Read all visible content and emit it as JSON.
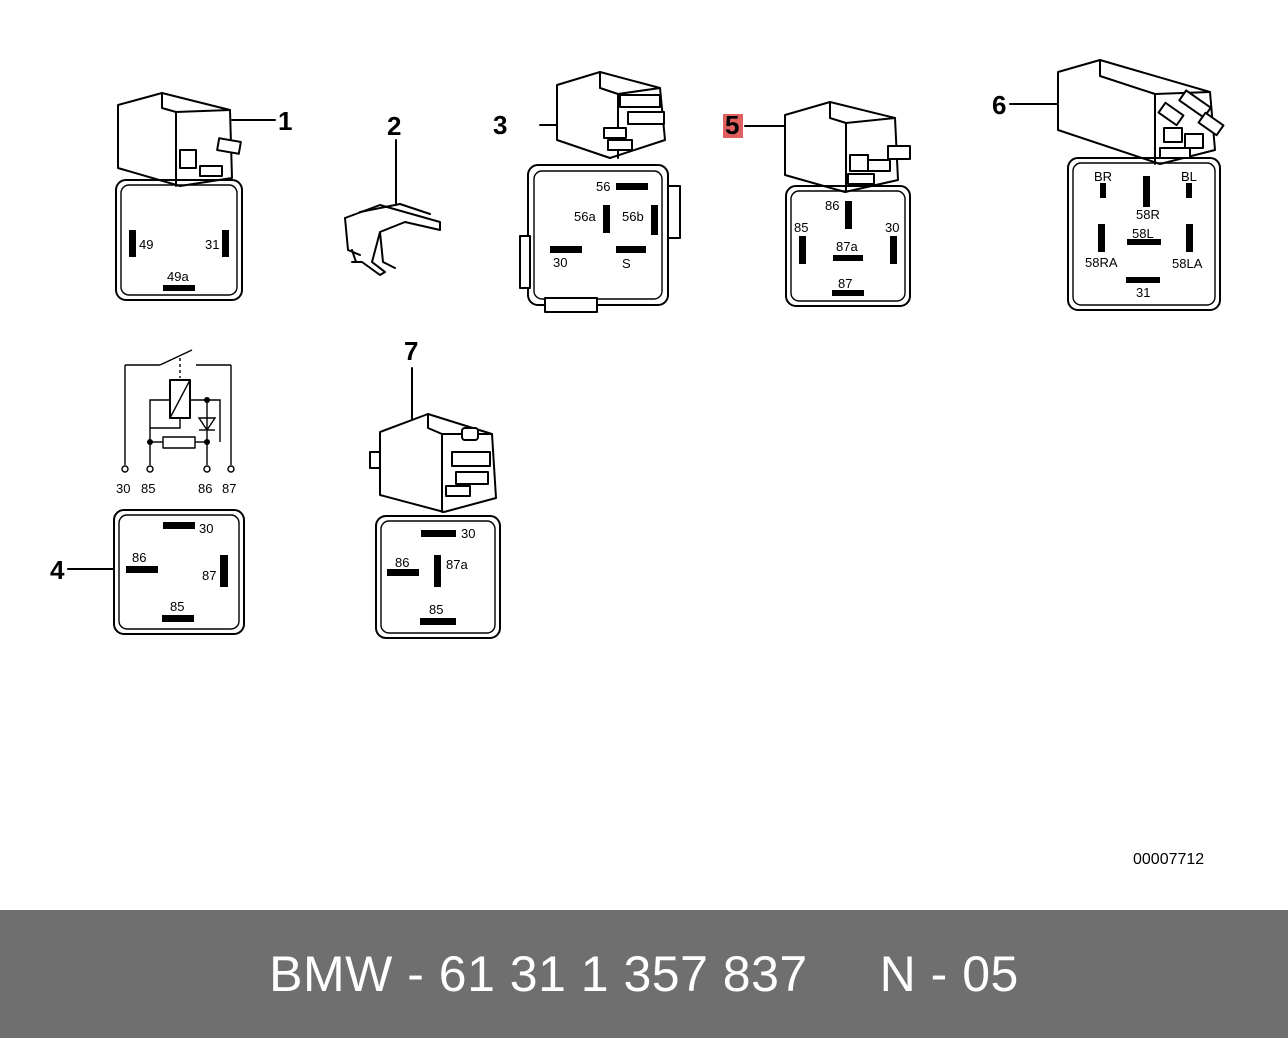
{
  "callouts": [
    "1",
    "2",
    "3",
    "4",
    "5",
    "6",
    "7"
  ],
  "highlight_color": "#e06060",
  "relay1": {
    "pins": [
      "49",
      "31",
      "49a"
    ]
  },
  "relay3": {
    "pins": [
      "56",
      "56a",
      "56b",
      "30",
      "S"
    ]
  },
  "relay5": {
    "pins": [
      "86",
      "85",
      "30",
      "87a",
      "87"
    ]
  },
  "relay6": {
    "pins": [
      "BR",
      "BL",
      "58R",
      "58L",
      "58RA",
      "58LA",
      "31"
    ]
  },
  "circuit4": {
    "terminals": [
      "30",
      "85",
      "86",
      "87"
    ],
    "pins": [
      "30",
      "86",
      "87",
      "85"
    ]
  },
  "relay7": {
    "pins": [
      "30",
      "86",
      "87a",
      "85"
    ]
  },
  "drawing_number": "00007712",
  "footer": {
    "part_line": "BMW - 61 31 1 357 837     N - 05"
  }
}
